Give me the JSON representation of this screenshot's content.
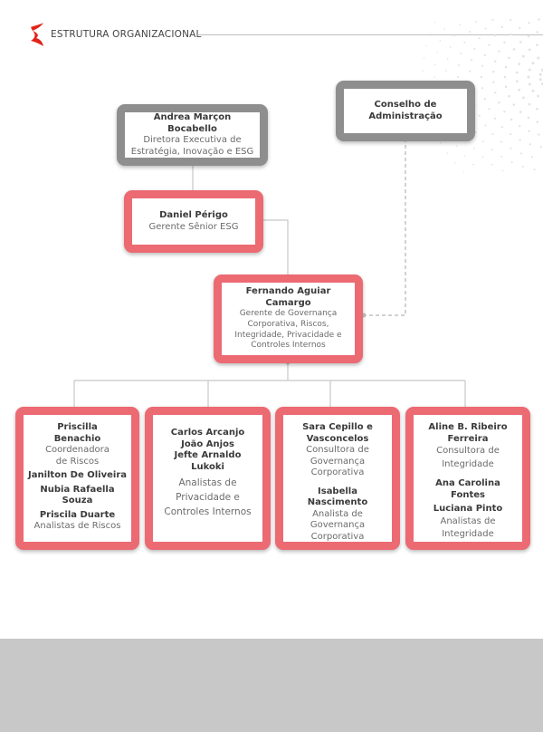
{
  "header": {
    "title": "ESTRUTURA ORGANIZACIONAL"
  },
  "colors": {
    "accent_red": "#ec6a72",
    "gray_box": "#8e8e8e",
    "logo_red": "#e2231a",
    "footer": "#c8c8c8"
  },
  "nodes": {
    "conselho": {
      "line1": "Conselho de",
      "line2": "Administração"
    },
    "andrea": {
      "name": "Andrea Marçon Bocabello",
      "role1": "Diretora Executiva de",
      "role2": "Estratégia, Inovação e ESG"
    },
    "daniel": {
      "name": "Daniel Périgo",
      "role": "Gerente Sênior ESG"
    },
    "fernando": {
      "name": "Fernando Aguiar Camargo",
      "role1": "Gerente de Governança",
      "role2": "Corporativa, Riscos,",
      "role3": "Integridade, Privacidade e",
      "role4": "Controles Internos"
    },
    "team1": {
      "name1a": "Priscilla",
      "name1b": "Benachio",
      "role1a": "Coordenadora",
      "role1b": "de Riscos",
      "name2": "Janilton De Oliveira",
      "name3": "Nubia Rafaella Souza",
      "name4": "Priscila Duarte",
      "role2": "Analistas de Riscos"
    },
    "team2": {
      "name1": "Carlos Arcanjo",
      "name2": "João Anjos",
      "name3": "Jefte Arnaldo Lukoki",
      "role1": "Analistas de",
      "role2": "Privacidade e",
      "role3": "Controles Internos"
    },
    "team3": {
      "name1a": "Sara Cepillo e",
      "name1b": "Vasconcelos",
      "role1a": "Consultora de",
      "role1b": "Governança",
      "role1c": "Corporativa",
      "name2": "Isabella Nascimento",
      "role2a": "Analista de",
      "role2b": "Governança",
      "role2c": "Corporativa"
    },
    "team4": {
      "name1a": "Aline B. Ribeiro",
      "name1b": "Ferreira",
      "role1a": "Consultora de",
      "role1b": "Integridade",
      "name2": "Ana Carolina Fontes",
      "name3": "Luciana Pinto",
      "role2a": "Analistas de",
      "role2b": "Integridade"
    }
  }
}
